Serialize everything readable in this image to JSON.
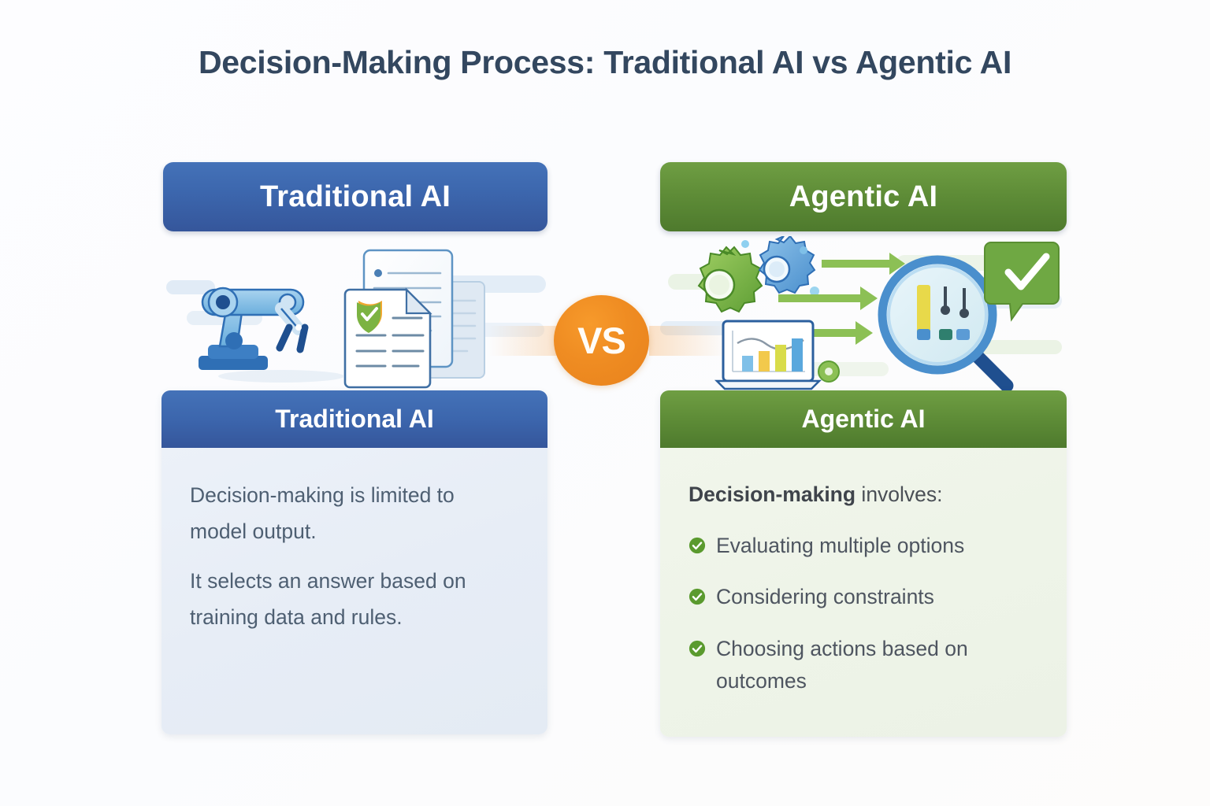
{
  "page": {
    "title": "Decision-Making Process: Traditional AI vs Agentic AI",
    "background_color": "#fdfdff",
    "title_color": "#33475f"
  },
  "vs_badge": {
    "label": "VS",
    "circle_color": "#ef8c22",
    "text_color": "#fffdf8"
  },
  "left_column": {
    "banner_label": "Traditional AI",
    "banner_color": "#3c66ad",
    "card_header_label": "Traditional AI",
    "card_body_color": "#e7edf6",
    "paragraphs": [
      "Decision-making is limited to model output.",
      "It selects an answer based on training data and rules."
    ],
    "illustration": {
      "name": "robotic-arm-with-documents",
      "elements": [
        "robot-arm-icon",
        "document-stack-icon",
        "approved-document-icon",
        "green-check-badge-icon"
      ],
      "palette": [
        "#5ea4dd",
        "#2f6fb5",
        "#1f4f8f",
        "#ffffff",
        "#7cb342",
        "#f0a830"
      ]
    }
  },
  "right_column": {
    "banner_label": "Agentic AI",
    "banner_color": "#5e8c37",
    "card_header_label": "Agentic AI",
    "card_body_color": "#eef4e8",
    "lead_strong": "Decision-making",
    "lead_rest": " involves:",
    "bullets": [
      "Evaluating multiple options",
      "Considering constraints",
      "Choosing actions based on outcomes"
    ],
    "bullet_icon": "check-circle-icon",
    "bullet_icon_color": "#5a9a2e",
    "illustration": {
      "name": "gears-analytics-magnifier",
      "elements": [
        "gear-green-icon",
        "gear-blue-icon",
        "arrow-right-icon",
        "laptop-bar-chart-icon",
        "magnifying-glass-icon",
        "speech-bubble-check-icon"
      ],
      "palette": [
        "#7bb53f",
        "#5e9e35",
        "#5b9bd5",
        "#2f6fb5",
        "#f2c94c",
        "#1f4f8f"
      ]
    }
  }
}
